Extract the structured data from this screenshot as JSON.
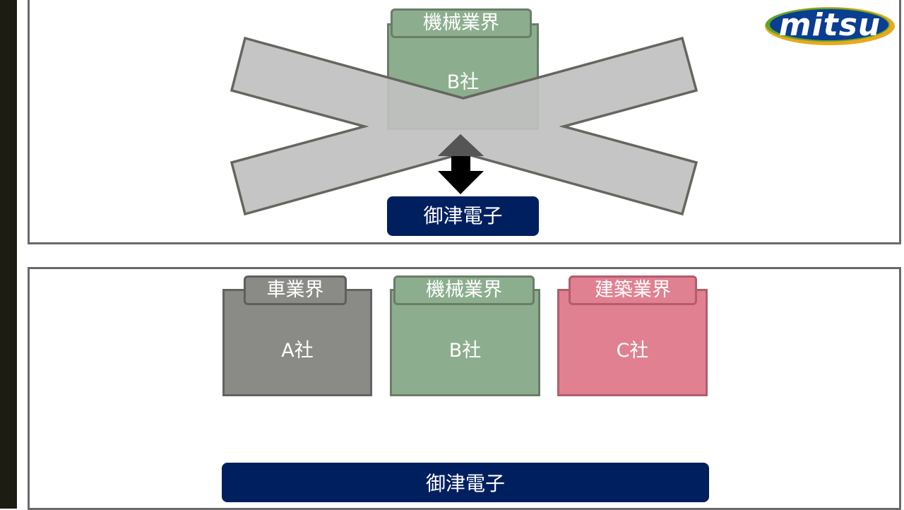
{
  "logo": {
    "text": "mitsu",
    "colors": {
      "ring": "#e9a91c",
      "ring_accent": "#5fa52a",
      "fill": "#0b3d91"
    }
  },
  "top_panel": {
    "industry_tab": "機械業界",
    "company_card": "B社",
    "hub": "御津電子",
    "state": "crossed-out"
  },
  "bottom_panel": {
    "cards": [
      {
        "tab": "車業界",
        "company": "A社"
      },
      {
        "tab": "機械業界",
        "company": "B社"
      },
      {
        "tab": "建築業界",
        "company": "C社"
      }
    ],
    "hub": "御津電子"
  },
  "colors": {
    "hub": "#001f5e",
    "machinery": "#8cae8e",
    "automotive": "#8a8a86",
    "construction": "#e08090",
    "cross": "#c0c0c0"
  }
}
